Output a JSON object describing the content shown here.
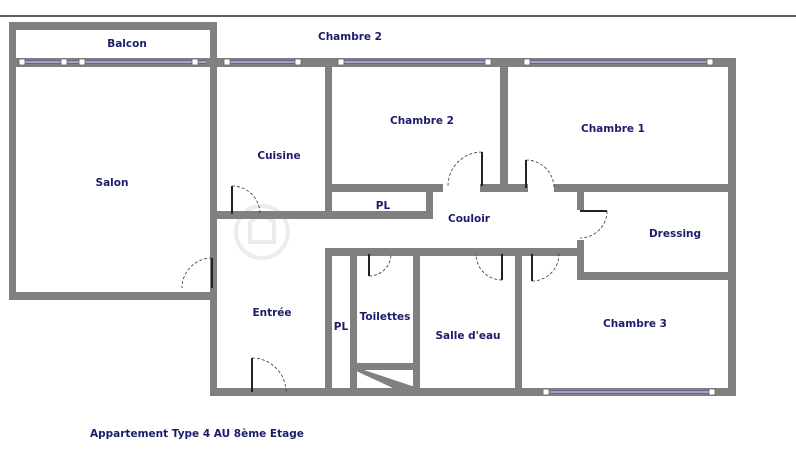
{
  "rooms": {
    "balcon": "Balcon",
    "chambre2_top": "Chambre 2",
    "salon": "Salon",
    "cuisine": "Cuisine",
    "chambre2": "Chambre 2",
    "chambre1": "Chambre 1",
    "pl_top": "PL",
    "couloir": "Couloir",
    "dressing": "Dressing",
    "entree": "Entrée",
    "pl_bottom": "PL",
    "toilettes": "Toilettes",
    "salle_deau": "Salle d'eau",
    "chambre3": "Chambre 3"
  },
  "caption": "Appartement Type 4 AU 8ème Etage",
  "watermark": "bskimmobilier",
  "colors": {
    "wall": "#808080",
    "label": "#1c1c6b",
    "window": "#4a4a8a"
  }
}
